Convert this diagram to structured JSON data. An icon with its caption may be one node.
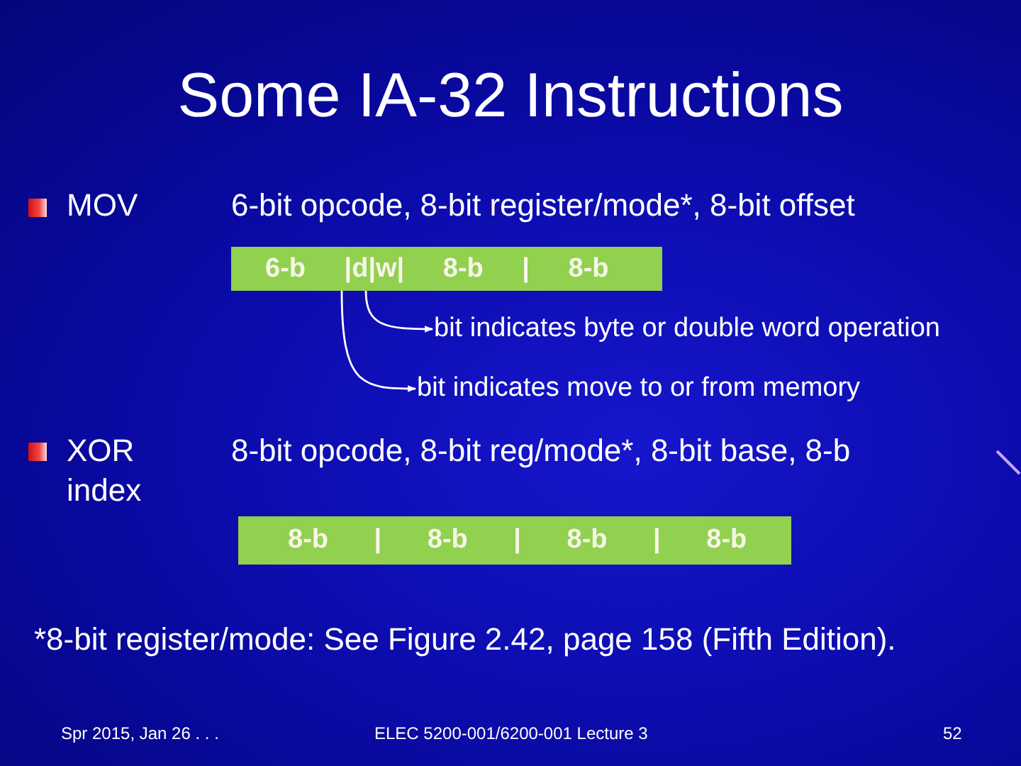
{
  "diagram": {
    "title": "Some IA-32 Instructions",
    "nodes": [
      {
        "text": [
          "6-b |d|w| 8-b | 8-b"
        ]
      },
      {
        "text": [
          "bit indicates byte or double word operation"
        ]
      },
      {
        "text": [
          "bit indicates move to or from memory"
        ]
      },
      {
        "text": [
          "8-b | 8-b | 8-b | 8-b"
        ]
      }
    ],
    "edges": [
      {
        "from": 0,
        "to": 1,
        "arrow": "to"
      },
      {
        "from": 0,
        "to": 2,
        "arrow": "to"
      }
    ],
    "labels": [
      "MOV",
      "6-bit opcode, 8-bit register/mode*, 8-bit offset",
      "XOR index",
      "8-bit opcode, 8-bit reg/mode*, 8-bit base, 8-b",
      "*8-bit register/mode: See Figure 2.42, page 158 (Fifth Edition).",
      "Spr 2015, Jan 26 . . .",
      "ELEC 5200-001/6200-001 Lecture 3",
      "52"
    ]
  }
}
